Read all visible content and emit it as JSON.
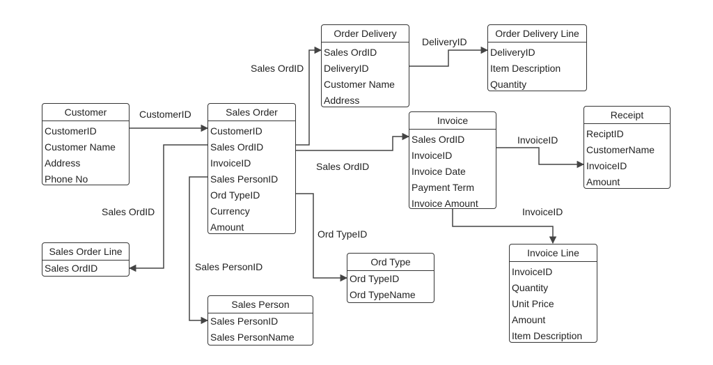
{
  "entities": {
    "customer": {
      "title": "Customer",
      "attrs": [
        "CustomerID",
        "Customer Name",
        "Address",
        "Phone No"
      ]
    },
    "sales_order": {
      "title": "Sales Order",
      "attrs": [
        "CustomerID",
        "Sales OrdID",
        "InvoiceID",
        "Sales PersonID",
        "Ord TypeID",
        "Currency",
        "Amount"
      ]
    },
    "order_delivery": {
      "title": "Order Delivery",
      "attrs": [
        "Sales OrdID",
        "DeliveryID",
        "Customer Name",
        "Address"
      ]
    },
    "order_delivery_line": {
      "title": "Order Delivery Line",
      "attrs": [
        "DeliveryID",
        "Item Description",
        "Quantity"
      ]
    },
    "invoice": {
      "title": "Invoice",
      "attrs": [
        "Sales OrdID",
        "InvoiceID",
        "Invoice Date",
        "Payment Term",
        "Invoice Amount"
      ]
    },
    "receipt": {
      "title": "Receipt",
      "attrs": [
        "ReciptID",
        "CustomerName",
        "InvoiceID",
        "Amount"
      ]
    },
    "sales_order_line": {
      "title": "Sales Order Line",
      "attrs": [
        "Sales OrdID"
      ]
    },
    "ord_type": {
      "title": "Ord Type",
      "attrs": [
        "Ord TypeID",
        "Ord TypeName"
      ]
    },
    "sales_person": {
      "title": "Sales Person",
      "attrs": [
        "Sales PersonID",
        "Sales PersonName"
      ]
    },
    "invoice_line": {
      "title": "Invoice Line",
      "attrs": [
        "InvoiceID",
        "Quantity",
        "Unit Price",
        "Amount",
        "Item Description"
      ]
    }
  },
  "relationships": {
    "customer_to_sales_order": "CustomerID",
    "sales_order_to_order_delivery": "Sales OrdID",
    "delivery_to_delivery_line": "DeliveryID",
    "sales_order_to_invoice": "Sales OrdID",
    "invoice_to_receipt": "InvoiceID",
    "invoice_to_invoice_line": "InvoiceID",
    "sales_order_to_order_line": "Sales OrdID",
    "sales_order_to_ord_type": "Ord TypeID",
    "sales_order_to_sales_person": "Sales PersonID"
  },
  "colors": {
    "line": "#444444",
    "border": "#333333"
  }
}
